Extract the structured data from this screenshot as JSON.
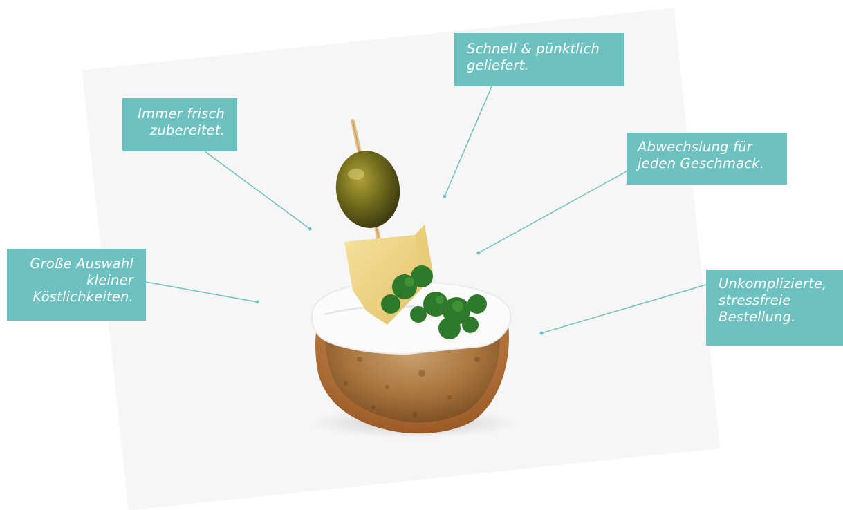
{
  "brand_color": "#6dc1c0",
  "image_subject": "canape-with-olive-cheese-parsley-on-bread",
  "callouts": {
    "schnell": {
      "line1": "Schnell & pünktlich",
      "line2": "geliefert."
    },
    "frisch": {
      "line1": "Immer frisch",
      "line2": "zubereitet."
    },
    "abwechs": {
      "line1": "Abwechslung für",
      "line2": "jeden Geschmack."
    },
    "auswahl": {
      "line1": "Große Auswahl",
      "line2": "kleiner",
      "line3": "Köstlichkeiten."
    },
    "bestell": {
      "line1": "Unkomplizierte,",
      "line2": "stressfreie",
      "line3": "Bestellung."
    }
  }
}
